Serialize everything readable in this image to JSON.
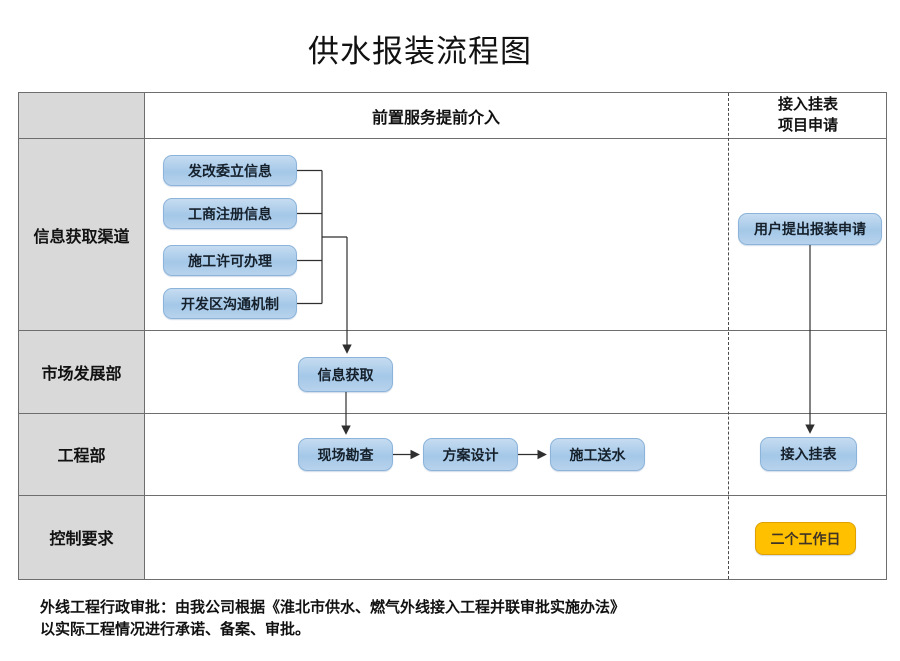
{
  "title": "供水报装流程图",
  "table": {
    "header": {
      "middle": "前置服务提前介入",
      "right": [
        "接入挂表",
        "项目申请"
      ]
    },
    "lanes": [
      "信息获取渠道",
      "市场发展部",
      "工程部",
      "控制要求"
    ]
  },
  "nodes": {
    "channels": [
      "发改委立信息",
      "工商注册信息",
      "施工许可办理",
      "开发区沟通机制"
    ],
    "info_acquisition": "信息获取",
    "site_survey": "现场勘查",
    "scheme_design": "方案设计",
    "construction_water": "施工送水",
    "user_application": "用户提出报装申请",
    "meter_connection": "接入挂表",
    "control_duration": "二个工作日"
  },
  "footer": {
    "line1": "外线工程行政审批：由我公司根据《淮北市供水、燃气外线接入工程并联审批实施办法》",
    "line2": "以实际工程情况进行承诺、备案、审批。"
  },
  "colors": {
    "node_fill_top": "#c6dcf1",
    "node_fill_bottom": "#a4c8e8",
    "node_border": "#8cb4da",
    "highlight_fill": "#ffc000",
    "highlight_border": "#dfa000",
    "lane_label_bg": "#d9d9d9",
    "grid_line": "#6e6e6e"
  }
}
